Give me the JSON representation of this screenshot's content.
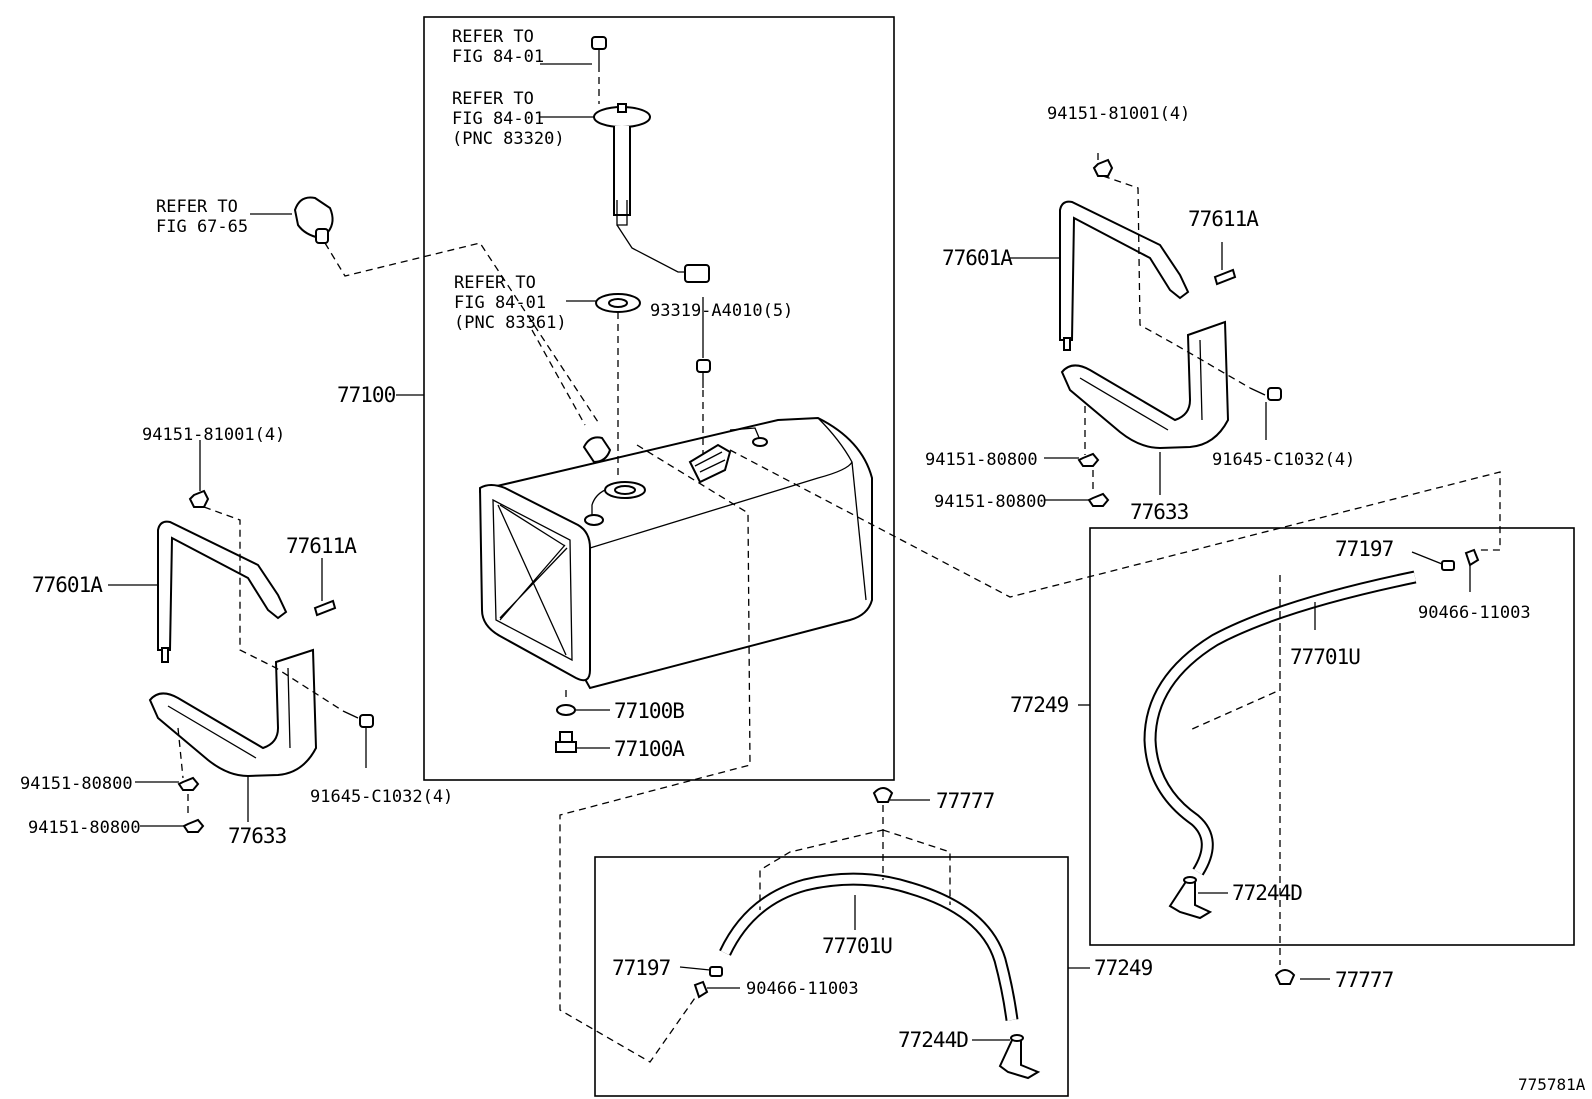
{
  "refs": {
    "top_bolt": [
      "REFER TO",
      "FIG 84-01"
    ],
    "sender_gauge": [
      "REFER TO",
      "FIG 84-01",
      "(PNC 83320)"
    ],
    "sensor": [
      "REFER TO",
      "FIG 67-65"
    ],
    "gasket": [
      "REFER TO",
      "FIG 84-01",
      "(PNC 83361)"
    ]
  },
  "parts": {
    "tank": "77100",
    "tank_washer": "77100B",
    "tank_plug": "77100A",
    "sender_screw": "93319-A4010(5)",
    "band_nut_top": "94151-81001(4)",
    "band": "77601A",
    "band_pin": "77611A",
    "bracket": "77633",
    "bracket_bolt": "91645-C1032(4)",
    "bracket_nut_1": "94151-80800",
    "bracket_nut_2": "94151-80800",
    "vent_assy": "77249",
    "hose_clip_nut": "77197",
    "hose_clip": "90466-11003",
    "vent_hose": "77701U",
    "hose_bracket": "77244D",
    "clamp": "77777"
  },
  "figure_id": "775781A"
}
